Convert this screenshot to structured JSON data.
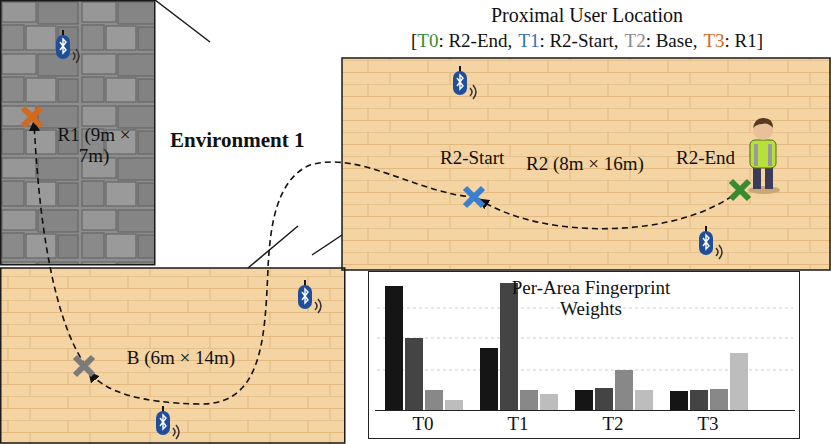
{
  "diagram": {
    "nodes": [
      {
        "text": [
          "R1 (9m × 7m)"
        ]
      },
      {
        "text": [
          "B (6m × 14m)"
        ]
      },
      {
        "text": [
          "R2 (8m × 16m)"
        ]
      },
      {
        "text": [
          "Per-Area Fingerprint Weights"
        ]
      }
    ],
    "labels": [
      "Environment 1",
      "Proximal User Location",
      "[",
      "T0",
      ": R2-End,",
      "T1",
      ": R2-Start,",
      "T2",
      ": Base,",
      "T3",
      ": R1]",
      "R2-Start",
      "R2-End",
      "T0",
      "T1",
      "T2",
      "T3"
    ]
  }
}
